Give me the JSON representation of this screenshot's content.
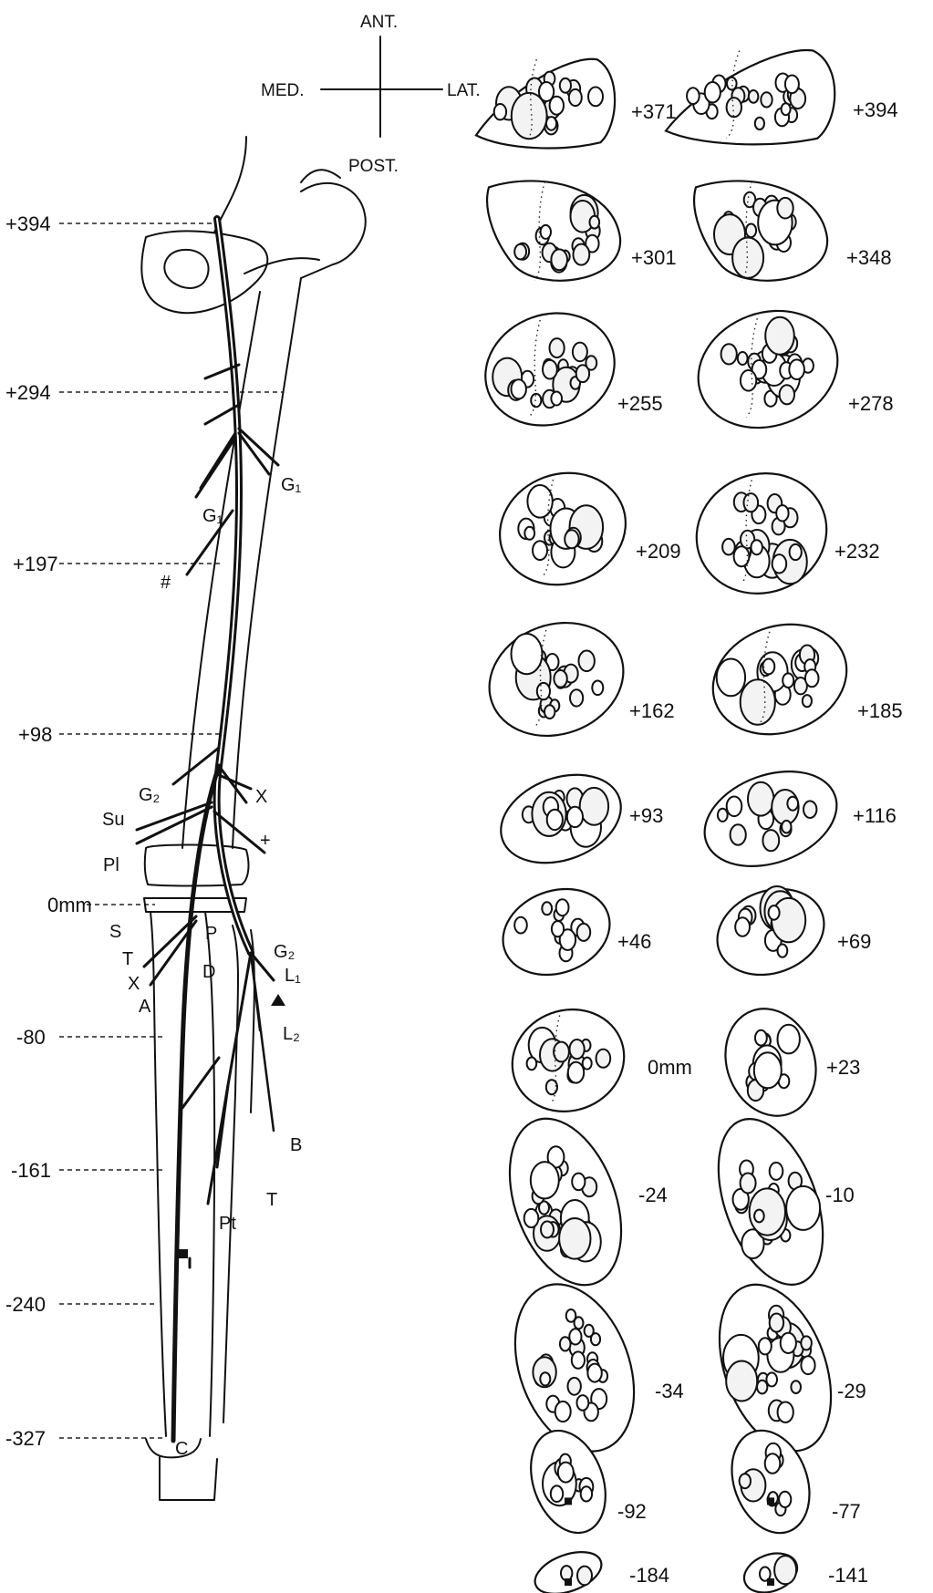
{
  "orientation": {
    "anterior": "ANT.",
    "posterior": "POST.",
    "medial": "MED.",
    "lateral": "LAT."
  },
  "levels": [
    "+394",
    "+294",
    "+197",
    "+98",
    "0mm",
    "-80",
    "-161",
    "-240",
    "-327"
  ],
  "nerve_labels": {
    "G1_upper": "G₁",
    "G1_lower": "G₁",
    "hash": "#",
    "G2_upper": "G₂",
    "X_upper": "X",
    "plus": "+",
    "Su": "Su",
    "Pl": "Pl",
    "S": "S",
    "P": "P",
    "T_left": "T",
    "G2_lower": "G₂",
    "L1": "L₁",
    "X_lower": "X",
    "D": "D",
    "A": "A",
    "L2": "L₂",
    "B": "B",
    "T_right": "T",
    "Pt": "Pt",
    "C": "C"
  },
  "sections": [
    {
      "label": "+371"
    },
    {
      "label": "+394"
    },
    {
      "label": "+301"
    },
    {
      "label": "+348"
    },
    {
      "label": "+255"
    },
    {
      "label": "+278"
    },
    {
      "label": "+209"
    },
    {
      "label": "+232"
    },
    {
      "label": "+162"
    },
    {
      "label": "+185"
    },
    {
      "label": "+93"
    },
    {
      "label": "+116"
    },
    {
      "label": "+46"
    },
    {
      "label": "+69"
    },
    {
      "label": "0mm"
    },
    {
      "label": "+23"
    },
    {
      "label": "-24"
    },
    {
      "label": "-10"
    },
    {
      "label": "-34"
    },
    {
      "label": "-29"
    },
    {
      "label": "-92"
    },
    {
      "label": "-77"
    },
    {
      "label": "-184"
    },
    {
      "label": "-141"
    }
  ]
}
